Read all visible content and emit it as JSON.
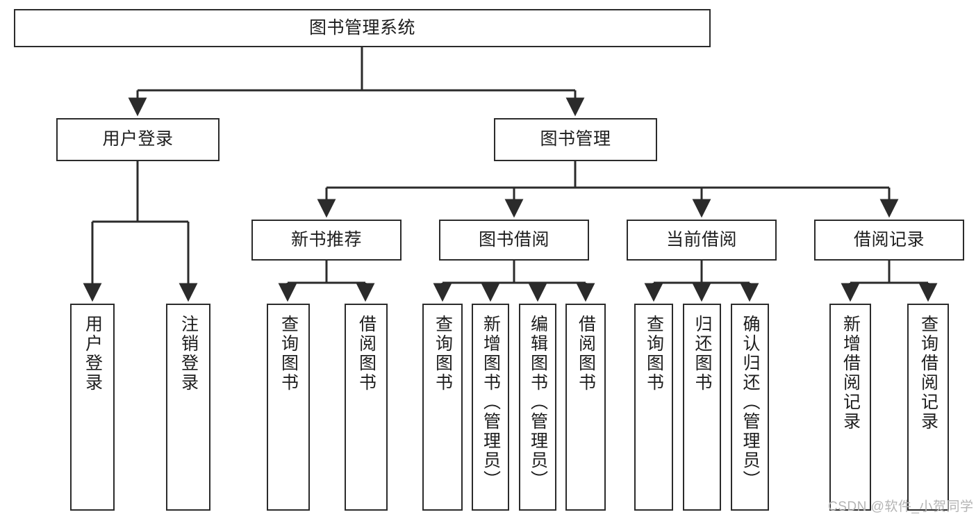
{
  "diagram": {
    "title": "图书管理系统",
    "type": "tree-hierarchy-chart",
    "colors": {
      "node_border": "#2b2b2b",
      "node_fill": "#ffffff",
      "edge": "#2b2b2b",
      "text": "#1d1d1d",
      "watermark": "#b4b4b4",
      "background": "#ffffff"
    },
    "root": {
      "label": "图书管理系统"
    },
    "level1": [
      {
        "label": "用户登录"
      },
      {
        "label": "图书管理"
      }
    ],
    "level2": [
      {
        "label": "新书推荐"
      },
      {
        "label": "图书借阅"
      },
      {
        "label": "当前借阅"
      },
      {
        "label": "借阅记录"
      }
    ],
    "leaves": {
      "user_login": [
        {
          "label": "用户登录"
        },
        {
          "label": "注销登录"
        }
      ],
      "new_book_recommend": [
        {
          "label": "查询图书"
        },
        {
          "label": "借阅图书"
        }
      ],
      "book_borrow": [
        {
          "label": "查询图书"
        },
        {
          "label": "新增图书（管理员）"
        },
        {
          "label": "编辑图书（管理员）"
        },
        {
          "label": "借阅图书"
        }
      ],
      "current_borrow": [
        {
          "label": "查询图书"
        },
        {
          "label": "归还图书"
        },
        {
          "label": "确认归还（管理员）"
        }
      ],
      "borrow_record": [
        {
          "label": "新增借阅记录"
        },
        {
          "label": "查询借阅记录"
        }
      ]
    }
  },
  "watermark": {
    "text": "CSDN @软件_小贺同学"
  }
}
